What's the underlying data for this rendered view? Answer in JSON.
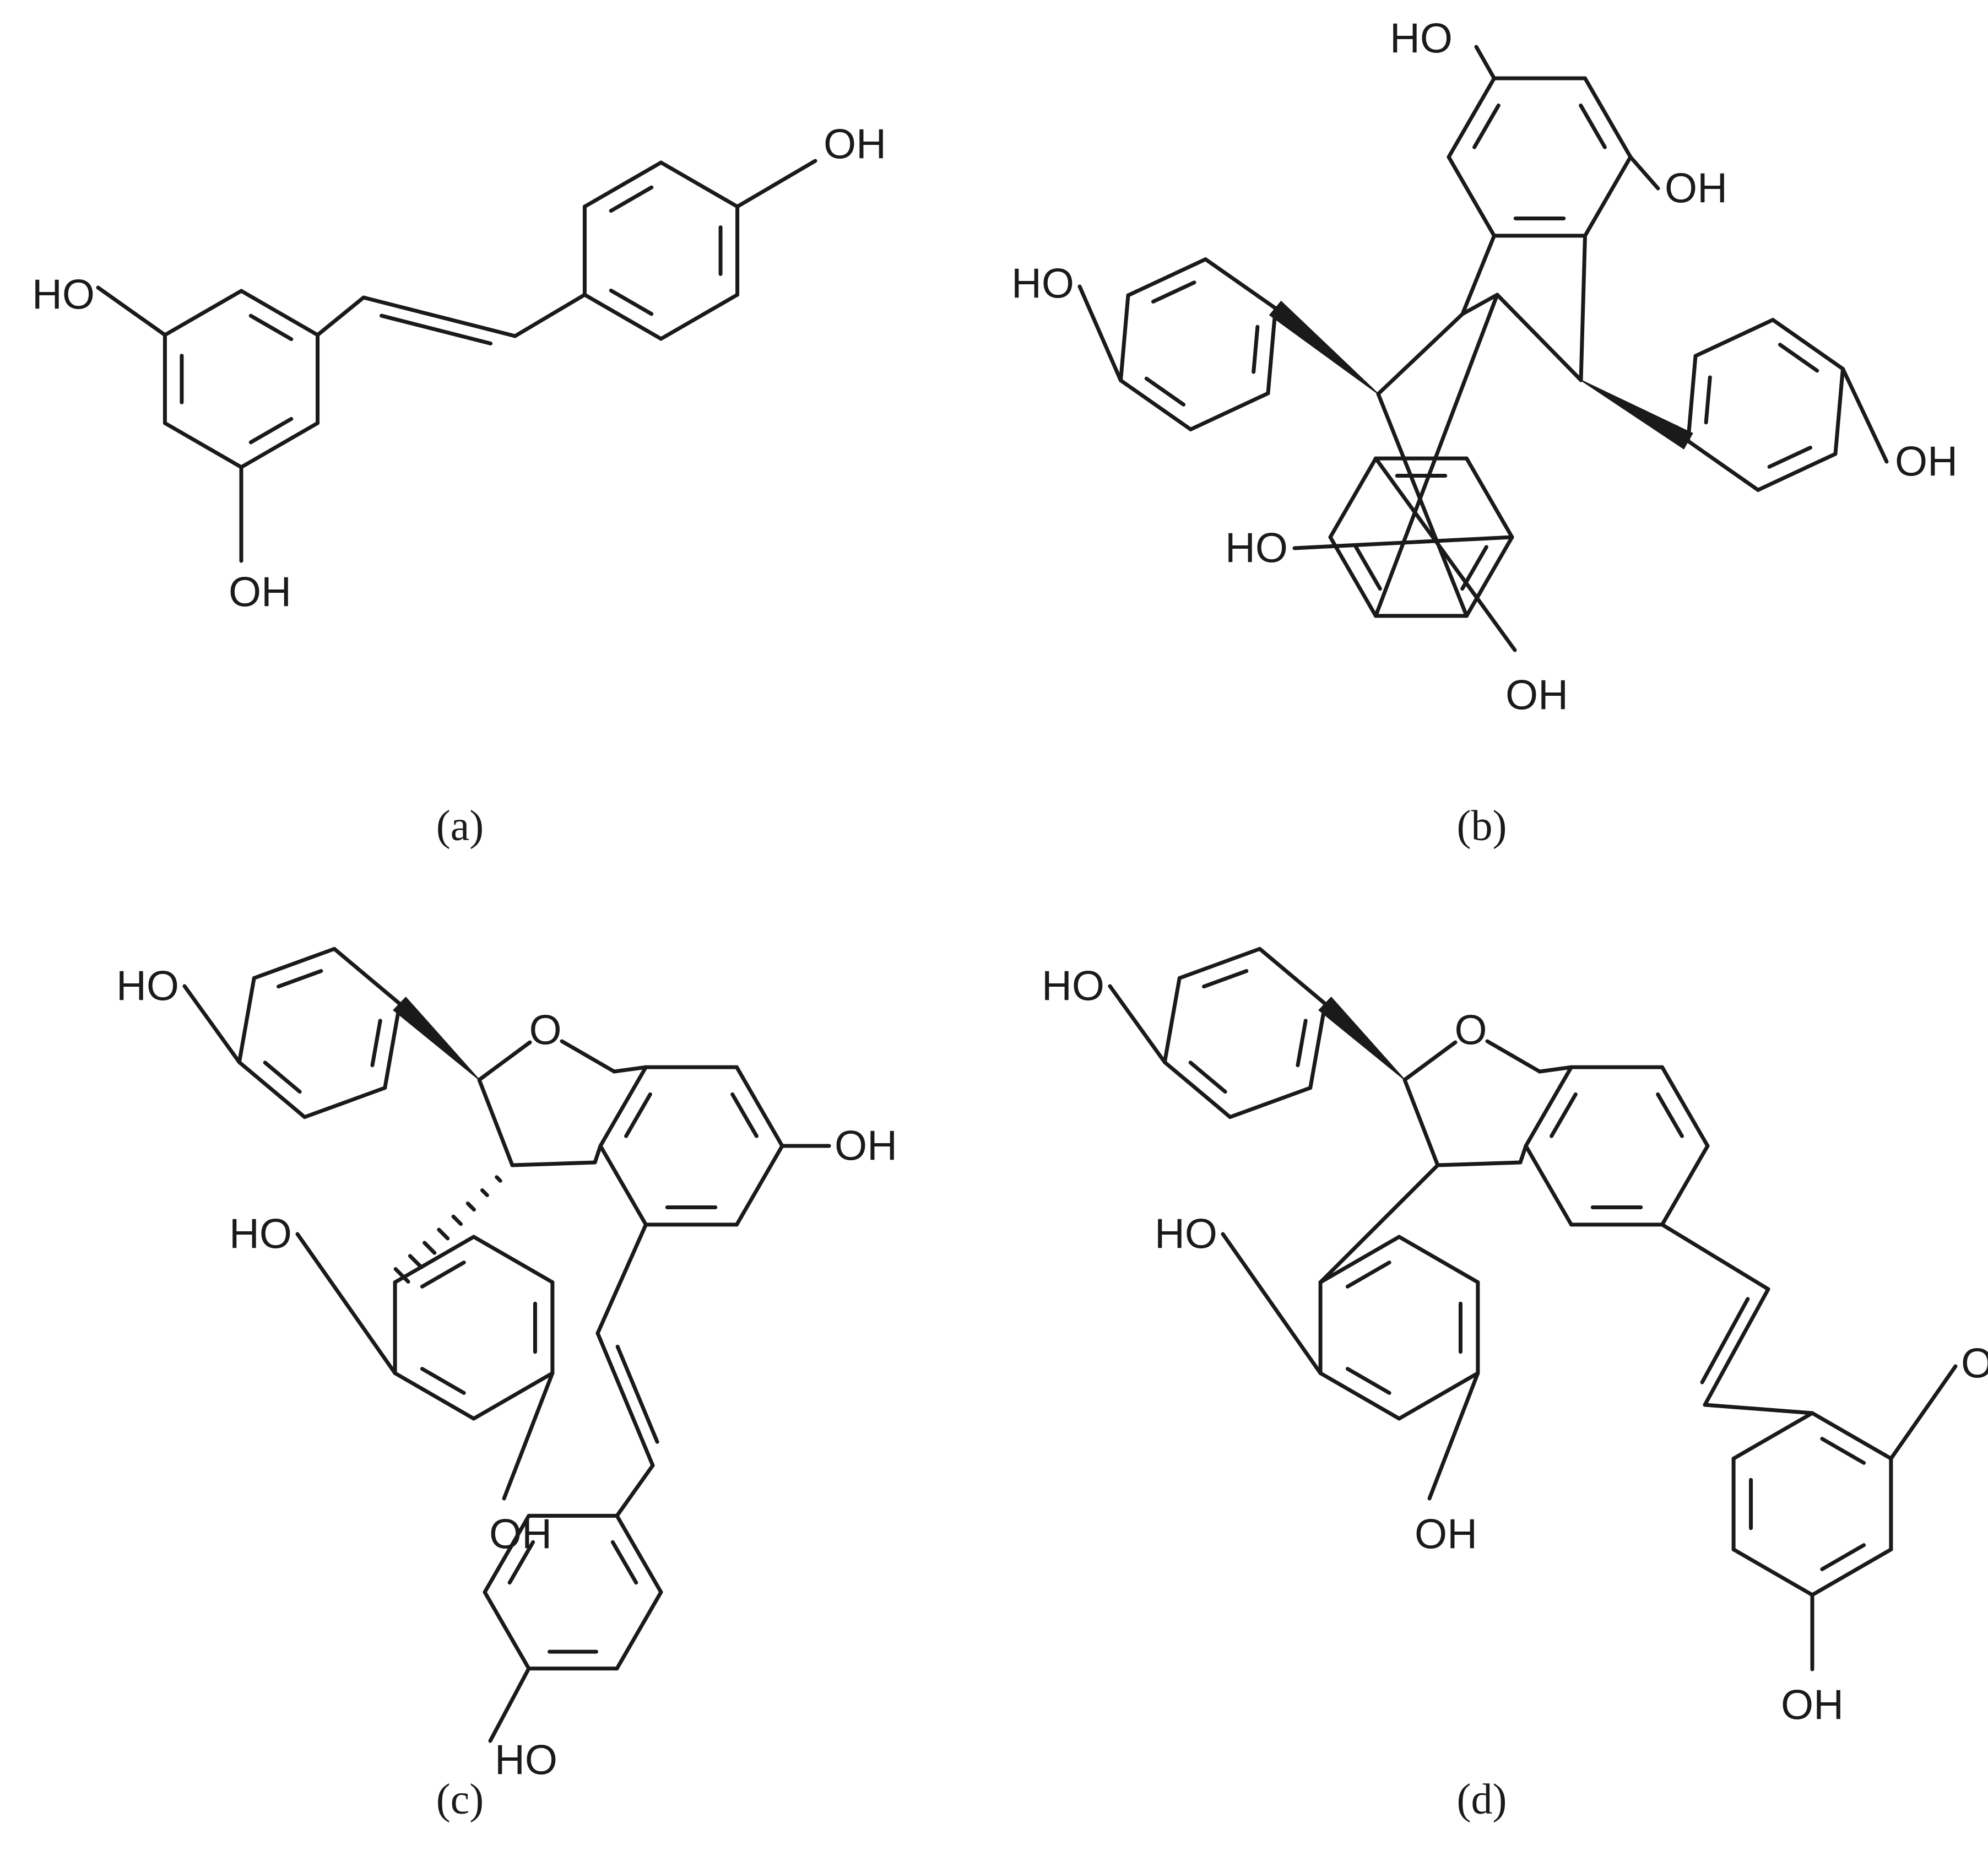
{
  "figure": {
    "panels": [
      {
        "id": "a",
        "label": "(a)"
      },
      {
        "id": "b",
        "label": "(b)"
      },
      {
        "id": "c",
        "label": "(c)"
      },
      {
        "id": "d",
        "label": "(d)"
      }
    ],
    "atom_labels": {
      "hydroxyl": "OH",
      "hydroxyl_left": "HO",
      "oxygen": "O"
    },
    "colors": {
      "ink": "#1a1a1a",
      "background": "#ffffff"
    }
  }
}
